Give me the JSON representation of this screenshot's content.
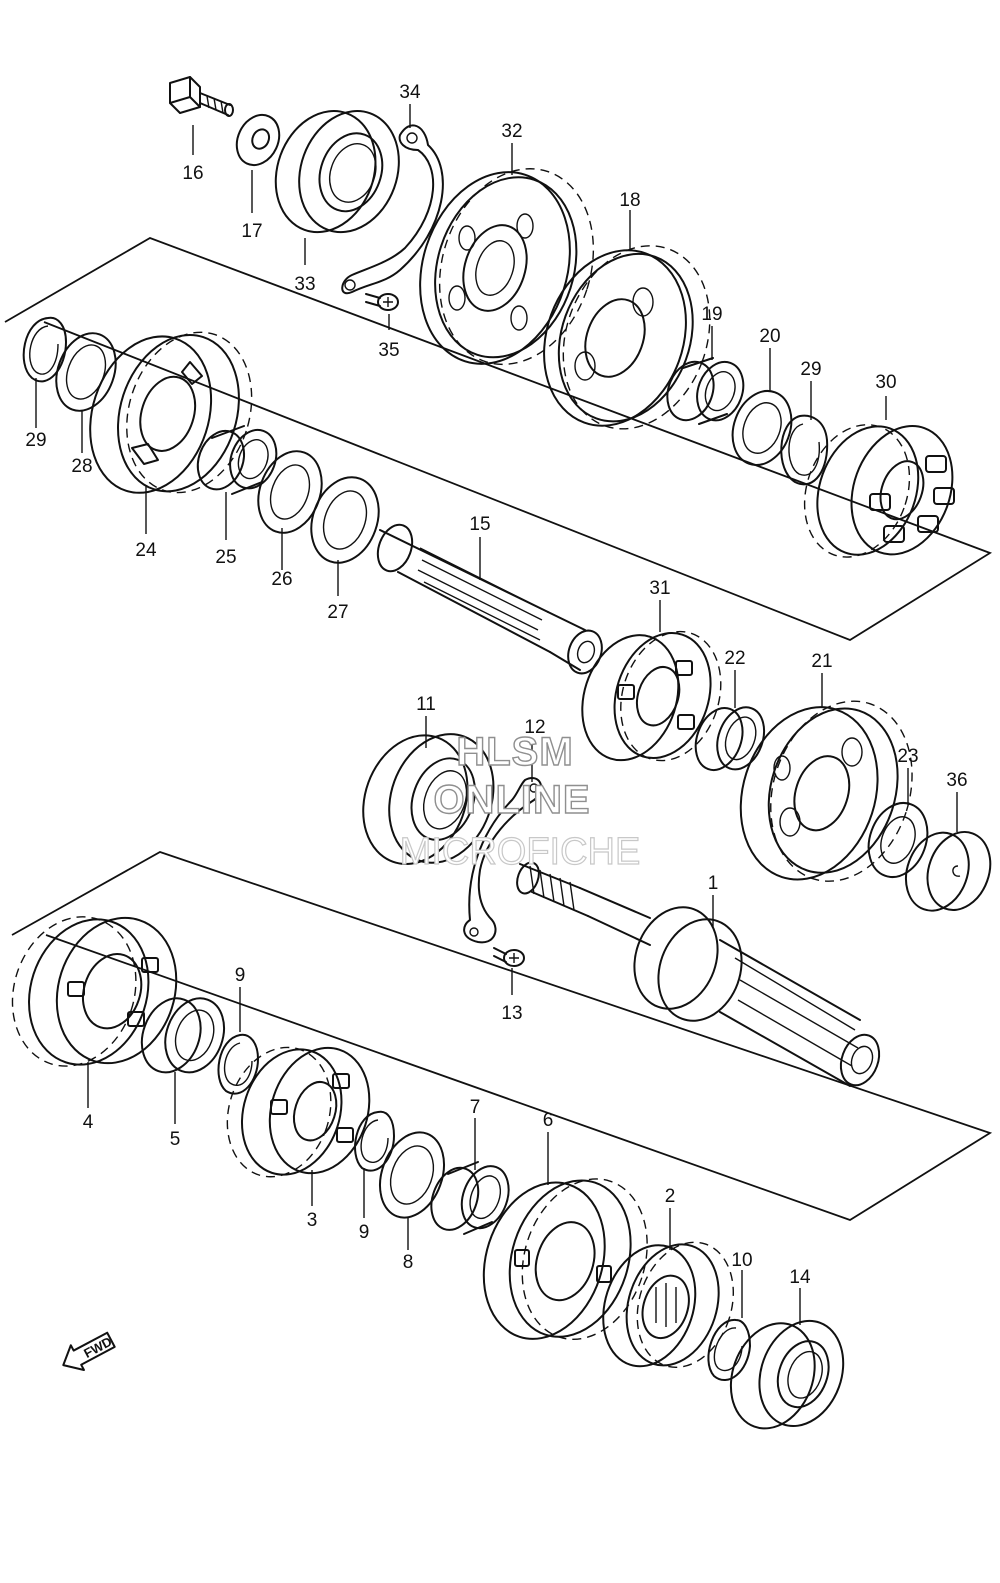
{
  "watermark": {
    "line1": "HLSM",
    "line2": "ONLINE",
    "line3": "MICROFICHE"
  },
  "direction_marker": "FWD",
  "callouts": [
    {
      "id": "c16",
      "label": "16"
    },
    {
      "id": "c17",
      "label": "17"
    },
    {
      "id": "c33",
      "label": "33"
    },
    {
      "id": "c34",
      "label": "34"
    },
    {
      "id": "c35",
      "label": "35"
    },
    {
      "id": "c32",
      "label": "32"
    },
    {
      "id": "c18",
      "label": "18"
    },
    {
      "id": "c19",
      "label": "19"
    },
    {
      "id": "c20",
      "label": "20"
    },
    {
      "id": "c29a",
      "label": "29"
    },
    {
      "id": "c30",
      "label": "30"
    },
    {
      "id": "c29b",
      "label": "29"
    },
    {
      "id": "c28",
      "label": "28"
    },
    {
      "id": "c24",
      "label": "24"
    },
    {
      "id": "c25",
      "label": "25"
    },
    {
      "id": "c26",
      "label": "26"
    },
    {
      "id": "c27",
      "label": "27"
    },
    {
      "id": "c15",
      "label": "15"
    },
    {
      "id": "c31",
      "label": "31"
    },
    {
      "id": "c22",
      "label": "22"
    },
    {
      "id": "c21",
      "label": "21"
    },
    {
      "id": "c23",
      "label": "23"
    },
    {
      "id": "c36",
      "label": "36"
    },
    {
      "id": "c11",
      "label": "11"
    },
    {
      "id": "c12",
      "label": "12"
    },
    {
      "id": "c13",
      "label": "13"
    },
    {
      "id": "c1",
      "label": "1"
    },
    {
      "id": "c9a",
      "label": "9"
    },
    {
      "id": "c4",
      "label": "4"
    },
    {
      "id": "c5",
      "label": "5"
    },
    {
      "id": "c3",
      "label": "3"
    },
    {
      "id": "c9b",
      "label": "9"
    },
    {
      "id": "c7",
      "label": "7"
    },
    {
      "id": "c8",
      "label": "8"
    },
    {
      "id": "c6",
      "label": "6"
    },
    {
      "id": "c2",
      "label": "2"
    },
    {
      "id": "c10",
      "label": "10"
    },
    {
      "id": "c14",
      "label": "14"
    }
  ]
}
